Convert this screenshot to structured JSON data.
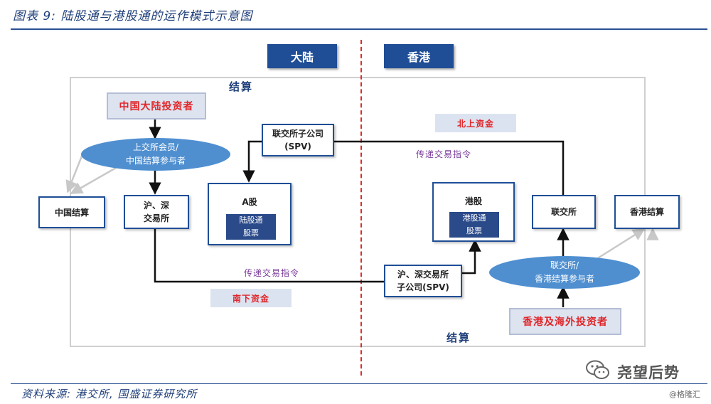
{
  "figure": {
    "title": "图表 9:  陆股通与港股通的运作模式示意图",
    "source": "资料来源:  港交所,  国盛证券研究所"
  },
  "watermark": {
    "main": "尧望后势",
    "sub": "@格隆汇"
  },
  "regions": {
    "mainland": "大陆",
    "hongkong": "香港"
  },
  "labels": {
    "settlement_top": "结算",
    "settlement_bottom": "结算",
    "northbound_funds": "北上资金",
    "southbound_funds": "南下资金",
    "instruction_top": "传递交易指令",
    "instruction_bottom": "传递交易指令"
  },
  "nodes": {
    "mainland_investors": "中国大陆投资者",
    "sse_members": {
      "line1": "上交所会员/",
      "line2": "中国结算参与者"
    },
    "china_clear": "中国结算",
    "sh_sz_exchange": {
      "line1": "沪、深",
      "line2": "交易所"
    },
    "hkex_sub_spv": {
      "line1": "联交所子公司",
      "line2": "(SPV)"
    },
    "a_shares": {
      "title": "A股",
      "inner_line1": "陆股通",
      "inner_line2": "股票"
    },
    "hk_shares": {
      "title": "港股",
      "inner_line1": "港股通",
      "inner_line2": "股票"
    },
    "hkex": "联交所",
    "hk_clear": "香港结算",
    "sh_sz_sub_spv": {
      "line1": "沪、深交易所",
      "line2": "子公司(SPV)"
    },
    "hkex_participants": {
      "line1": "联交所/",
      "line2": "香港结算参与者"
    },
    "hk_overseas_investors": "香港及海外投资者"
  }
}
